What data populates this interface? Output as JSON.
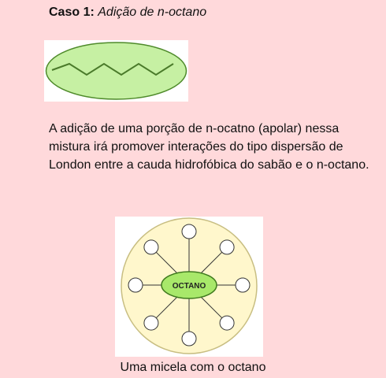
{
  "heading": {
    "label": "Caso 1:",
    "title": "Adição de n-octano"
  },
  "paragraph": "A adição de uma porção de n-ocatno (apolar) nessa mistura irá promover interações do tipo dispersão de London entre a cauda hidrofóbica do sabão e o n-octano.",
  "micelle": {
    "core_label": "OCTANO",
    "head_count": 8,
    "caption": "Uma micela com o octano"
  },
  "colors": {
    "background": "#FFD9DB",
    "ellipse_fill": "#C6F0A3",
    "ellipse_stroke": "#4E8A2A",
    "chain_stroke": "#4A7A2A",
    "micelle_fill": "#FFF7CC",
    "micelle_stroke": "#C8BE82",
    "core_fill": "#A8E86A",
    "core_stroke": "#3F7A1E"
  }
}
